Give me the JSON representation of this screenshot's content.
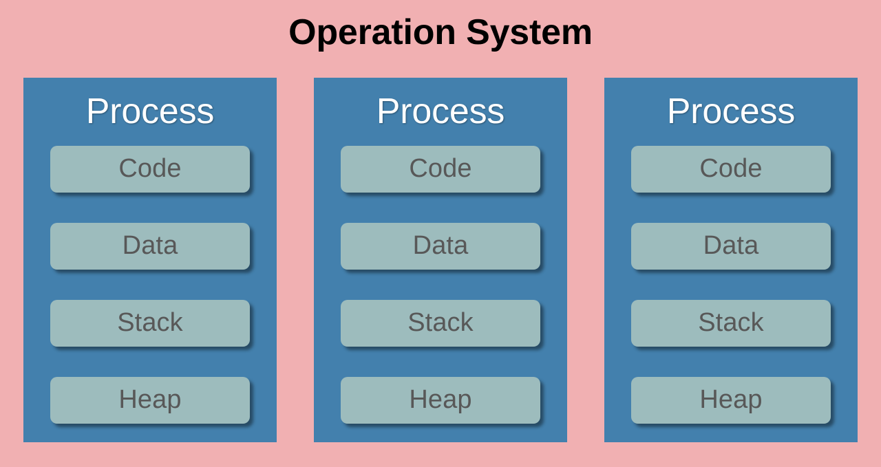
{
  "diagram": {
    "title": "Operation System",
    "background_color": "#f1b0b2",
    "box_color": "#4380ad",
    "pill_color": "#9dbcbd",
    "title_color": "#000000",
    "header_color": "#ffffff",
    "label_color": "#585858",
    "processes": [
      {
        "header": "Process",
        "segments": [
          {
            "label": "Code"
          },
          {
            "label": "Data"
          },
          {
            "label": "Stack"
          },
          {
            "label": "Heap"
          }
        ]
      },
      {
        "header": "Process",
        "segments": [
          {
            "label": "Code"
          },
          {
            "label": "Data"
          },
          {
            "label": "Stack"
          },
          {
            "label": "Heap"
          }
        ]
      },
      {
        "header": "Process",
        "segments": [
          {
            "label": "Code"
          },
          {
            "label": "Data"
          },
          {
            "label": "Stack"
          },
          {
            "label": "Heap"
          }
        ]
      }
    ]
  }
}
